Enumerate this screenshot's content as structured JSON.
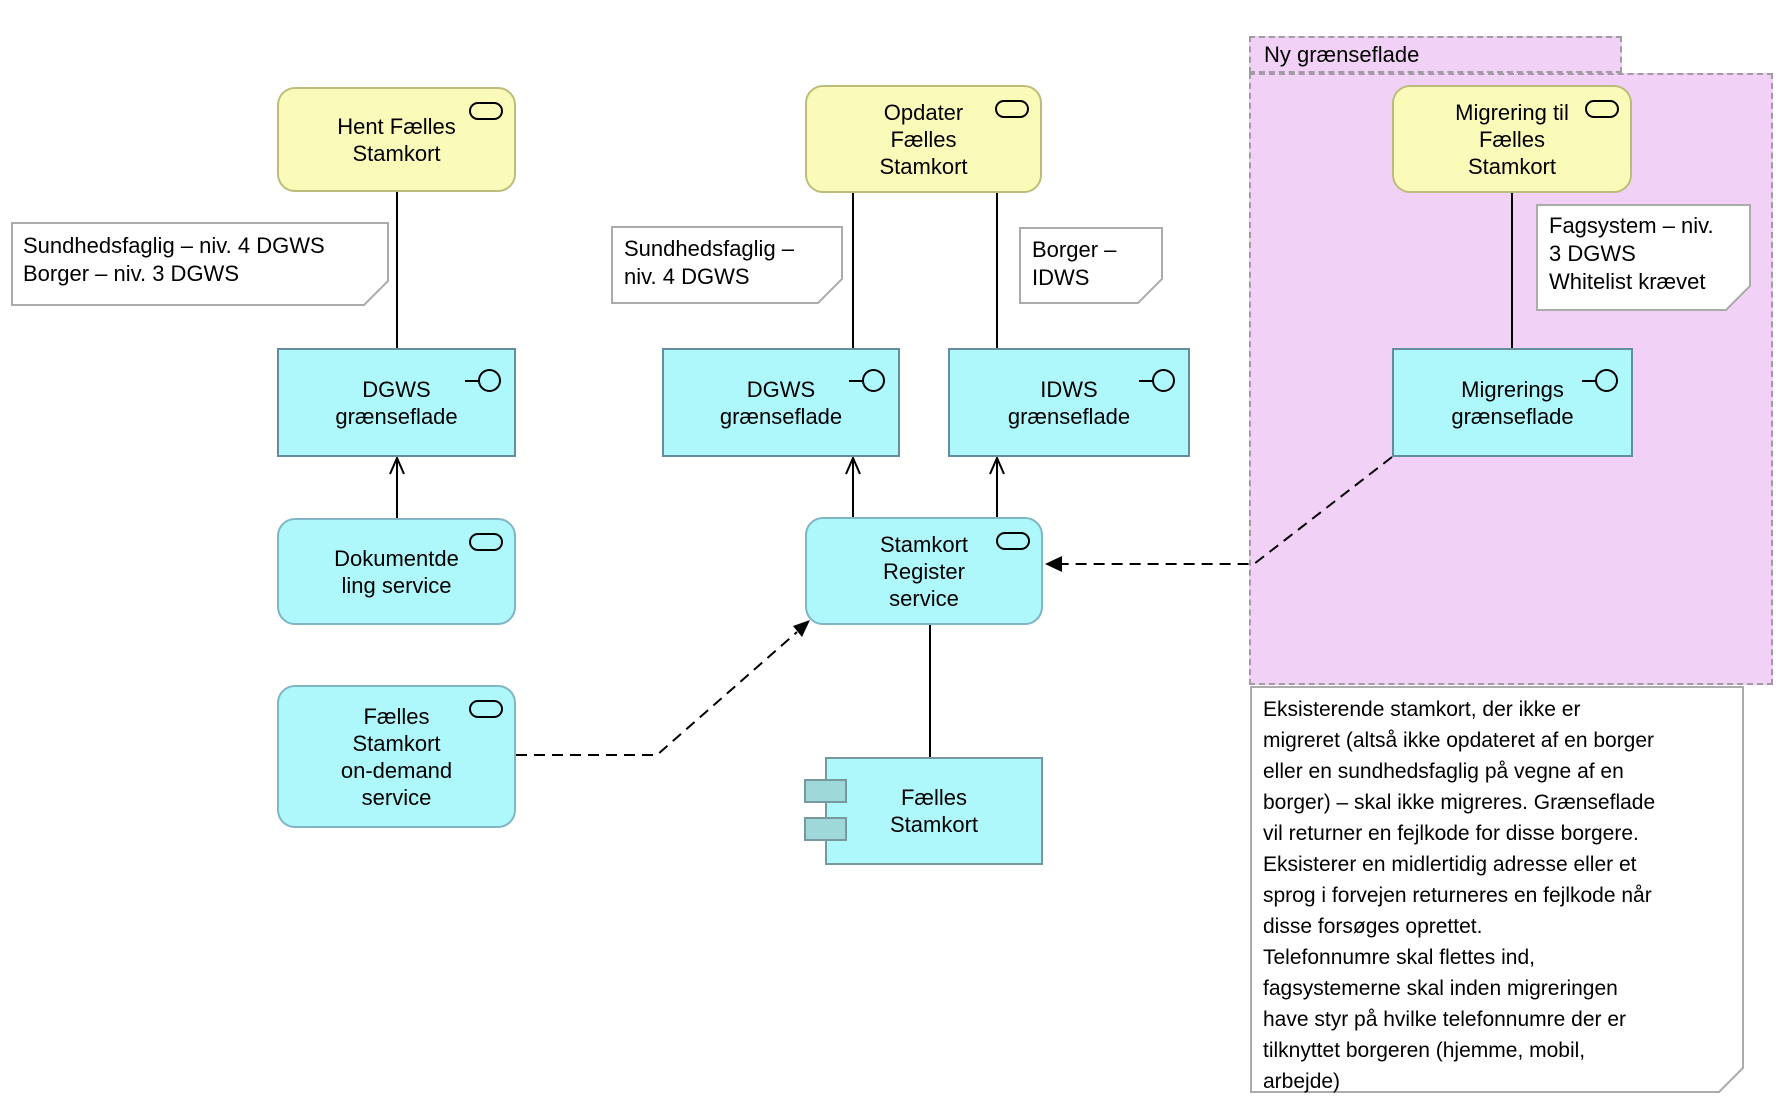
{
  "group": {
    "label": "Ny grænseflade"
  },
  "nodes": {
    "hent": {
      "label": "Hent Fælles\nStamkort"
    },
    "opdater": {
      "label": "Opdater\nFælles\nStamkort"
    },
    "migrering": {
      "label": "Migrering til\nFælles\nStamkort"
    },
    "dgws_left": {
      "label": "DGWS\ngrænseflade"
    },
    "dgws_mid": {
      "label": "DGWS\ngrænseflade"
    },
    "idws": {
      "label": "IDWS\ngrænseflade"
    },
    "migrerings_if": {
      "label": "Migrerings\ngrænseflade"
    },
    "dokumentdeling": {
      "label": "Dokumentde\nling service"
    },
    "ondemand": {
      "label": "Fælles\nStamkort\non-demand\nservice"
    },
    "register": {
      "label": "Stamkort\nRegister\nservice"
    },
    "component": {
      "label": "Fælles\nStamkort"
    }
  },
  "notes": {
    "auth_left": {
      "text": "Sundhedsfaglig – niv. 4 DGWS\nBorger – niv. 3 DGWS"
    },
    "auth_mid": {
      "text": "Sundhedsfaglig –\nniv. 4 DGWS"
    },
    "borger_idws": {
      "text": "Borger –\nIDWS"
    },
    "fagsystem": {
      "text": "Fagsystem – niv.\n3 DGWS\nWhitelist krævet"
    },
    "bottom": {
      "text": "Eksisterende stamkort, der ikke er\nmigreret (altså ikke opdateret af en borger\neller en sundhedsfaglig på vegne af en\nborger) – skal ikke migreres. Grænseflade\nvil returner en fejlkode for disse borgere.\nEksisterer en midlertidig adresse eller et\nsprog i forvejen returneres en fejlkode når\ndisse forsøges oprettet.\nTelefonnumre skal flettes ind,\nfagsystemerne skal inden migreringen\nhave styr på hvilke telefonnumre der er\ntilknyttet borgeren (hjemme, mobil,\narbejde)"
    }
  },
  "colors": {
    "service_fill": "#FAFAB9",
    "service_border": "#BDBD7B",
    "application_fill": "#AEF7FA",
    "interface_border": "#648EA0",
    "component_tab_fill": "#9FD8D8",
    "group_fill": "#F2D1F7",
    "group_border": "#A39AA5",
    "note_fill": "#FFFFFF",
    "note_border": "#ABABAB",
    "connector": "#000000"
  }
}
